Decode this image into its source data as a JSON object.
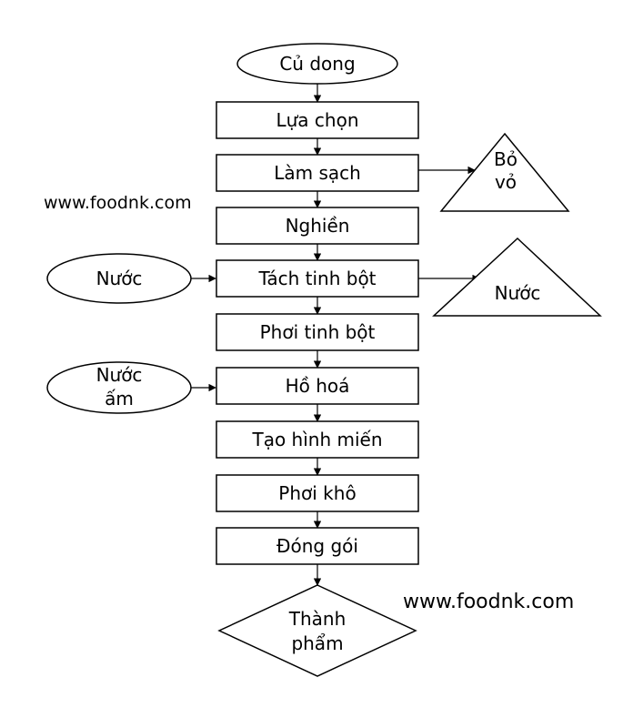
{
  "start": "Củ dong",
  "steps": [
    "Lựa chọn",
    "Làm sạch",
    "Nghiền",
    "Tách tinh bột",
    "Phơi tinh bột",
    "Hồ hoá",
    "Tạo hình miến",
    "Phơi khô",
    "Đóng gói"
  ],
  "end": [
    "Thành",
    "phẩm"
  ],
  "inputs": {
    "water": "Nước",
    "warm_water": [
      "Nước",
      "ấm"
    ]
  },
  "outputs": {
    "peel": [
      "Bỏ",
      "vỏ"
    ],
    "water": "Nước"
  },
  "watermarks": [
    "www.foodnk.com",
    "www.foodnk.com"
  ]
}
